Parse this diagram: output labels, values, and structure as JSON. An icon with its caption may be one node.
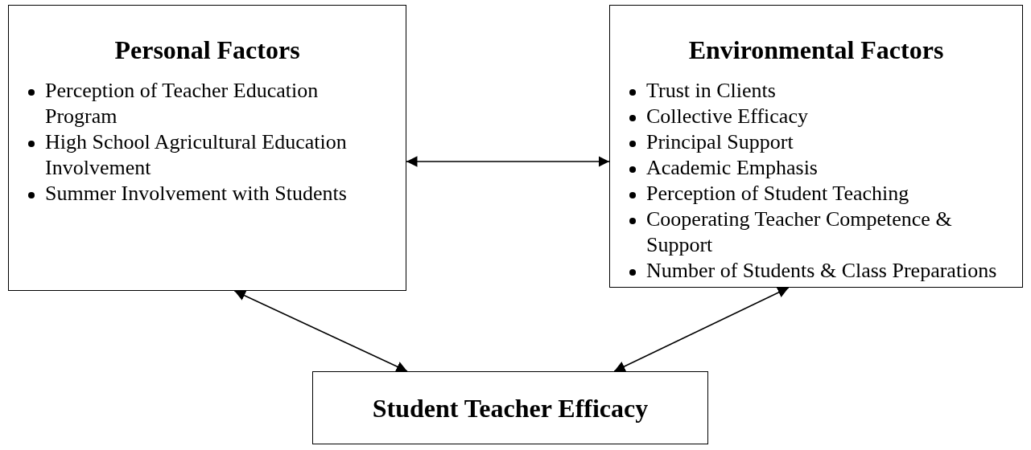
{
  "diagram": {
    "nodes": [
      {
        "text": [
          "Personal Factors",
          "Perception of Teacher Education Program",
          "High School Agricultural Education Involvement",
          "Summer Involvement with Students"
        ]
      },
      {
        "text": [
          "Environmental Factors",
          "Trust in Clients",
          "Collective Efficacy",
          "Principal Support",
          "Academic Emphasis",
          "Perception of Student Teaching",
          "Cooperating Teacher Competence & Support",
          "Number of Students & Class Preparations"
        ]
      },
      {
        "text": [
          "Student Teacher Efficacy"
        ]
      }
    ],
    "edges": [
      {
        "from": 0,
        "to": 1,
        "arrow": "both"
      },
      {
        "from": 0,
        "to": 2,
        "arrow": "both"
      },
      {
        "from": 1,
        "to": 2,
        "arrow": "both"
      }
    ]
  }
}
